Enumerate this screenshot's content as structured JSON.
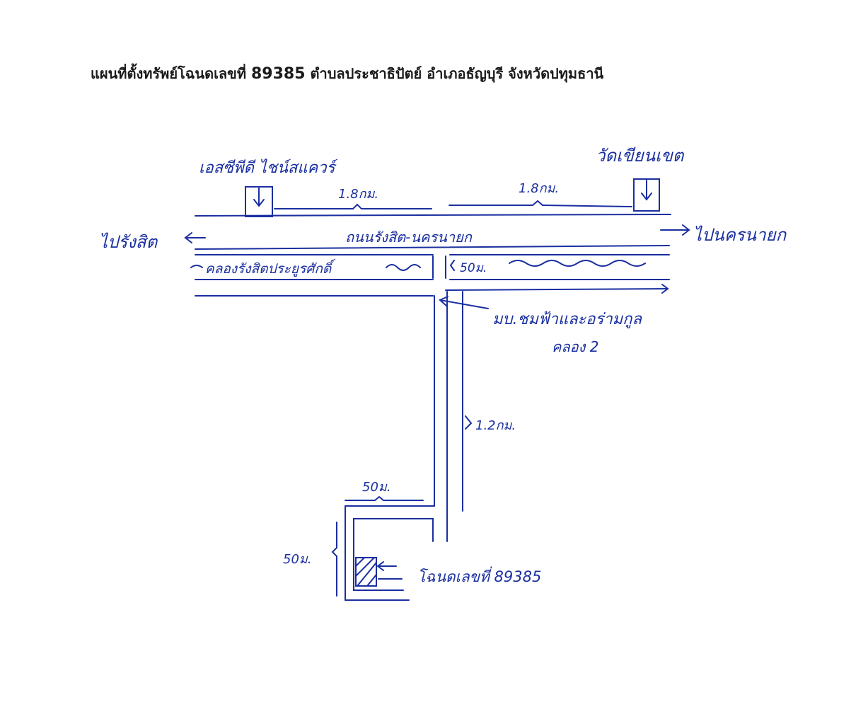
{
  "title": {
    "prefix": "แผนที่ตั้งทรัพย์โฉนดเลขที่",
    "deed_number": "89385",
    "suffix": "ตำบลประชาธิปัตย์ อำเภอธัญบุรี จังหวัดปทุมธานี"
  },
  "labels": {
    "landmark_left": "เอสซีพีดี ไชน์สแควร์",
    "landmark_right": "วัดเขียนเขต",
    "distance_left": "1.8กม.",
    "distance_right": "1.8กม.",
    "to_left": "ไปรังสิต",
    "to_right": "ไปนครนายก",
    "road_name": "ถนนรังสิต-นครนายก",
    "canal_name": "คลองรังสิตประยูรศักดิ์",
    "canal_width": "50ม.",
    "village_line1": "มบ.ชมฟ้าและอร่ามกูล",
    "village_line2": "คลอง 2",
    "side_road_distance": "1.2กม.",
    "plot_width": "50ม.",
    "plot_depth": "50ม.",
    "plot_label": "โฉนดเลขที่ 89385"
  },
  "colors": {
    "ink": "#1a2fa0",
    "title": "#1a1a1a"
  }
}
